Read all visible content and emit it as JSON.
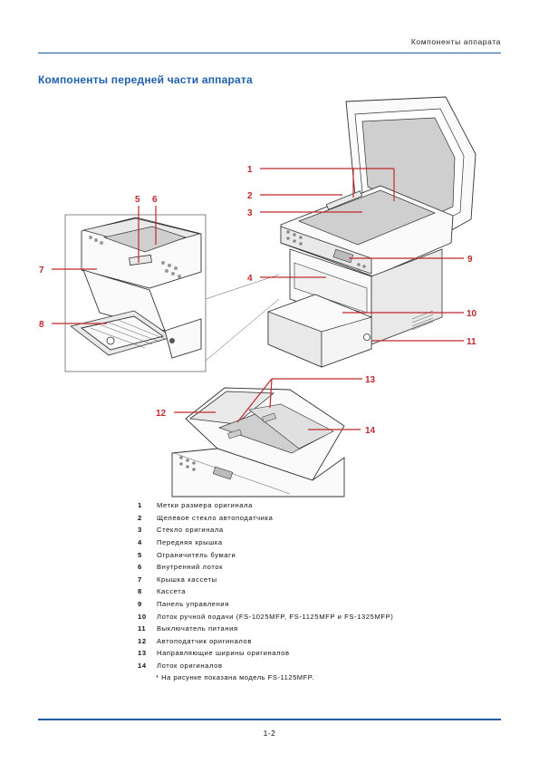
{
  "header": {
    "running_title": "Компоненты аппарата"
  },
  "section": {
    "title": "Компоненты передней части аппарата"
  },
  "figure": {
    "callouts": [
      "1",
      "2",
      "3",
      "4",
      "5",
      "6",
      "7",
      "8",
      "9",
      "10",
      "11",
      "12",
      "13",
      "14"
    ]
  },
  "legend": {
    "items": [
      {
        "num": "1",
        "text": "Метки размера оригинала"
      },
      {
        "num": "2",
        "text": "Щелевое стекло автоподатчика"
      },
      {
        "num": "3",
        "text": "Стекло оригинала"
      },
      {
        "num": "4",
        "text": "Передняя крышка"
      },
      {
        "num": "5",
        "text": "Ограничитель бумаги"
      },
      {
        "num": "6",
        "text": "Внутренний лоток"
      },
      {
        "num": "7",
        "text": "Крышка кассеты"
      },
      {
        "num": "8",
        "text": "Кассета"
      },
      {
        "num": "9",
        "text": "Панель управления"
      },
      {
        "num": "10",
        "text": "Лоток ручной подачи (FS-1025MFP, FS-1125MFP и FS-1325MFP)"
      },
      {
        "num": "11",
        "text": "Выключатель питания"
      },
      {
        "num": "12",
        "text": "Автоподатчик оригиналов"
      },
      {
        "num": "13",
        "text": "Направляющие ширины оригиналов"
      },
      {
        "num": "14",
        "text": "Лоток оригиналов"
      }
    ],
    "note": "* На рисунке показана модель FS-1125MFP."
  },
  "footer": {
    "page_number": "1-2"
  }
}
